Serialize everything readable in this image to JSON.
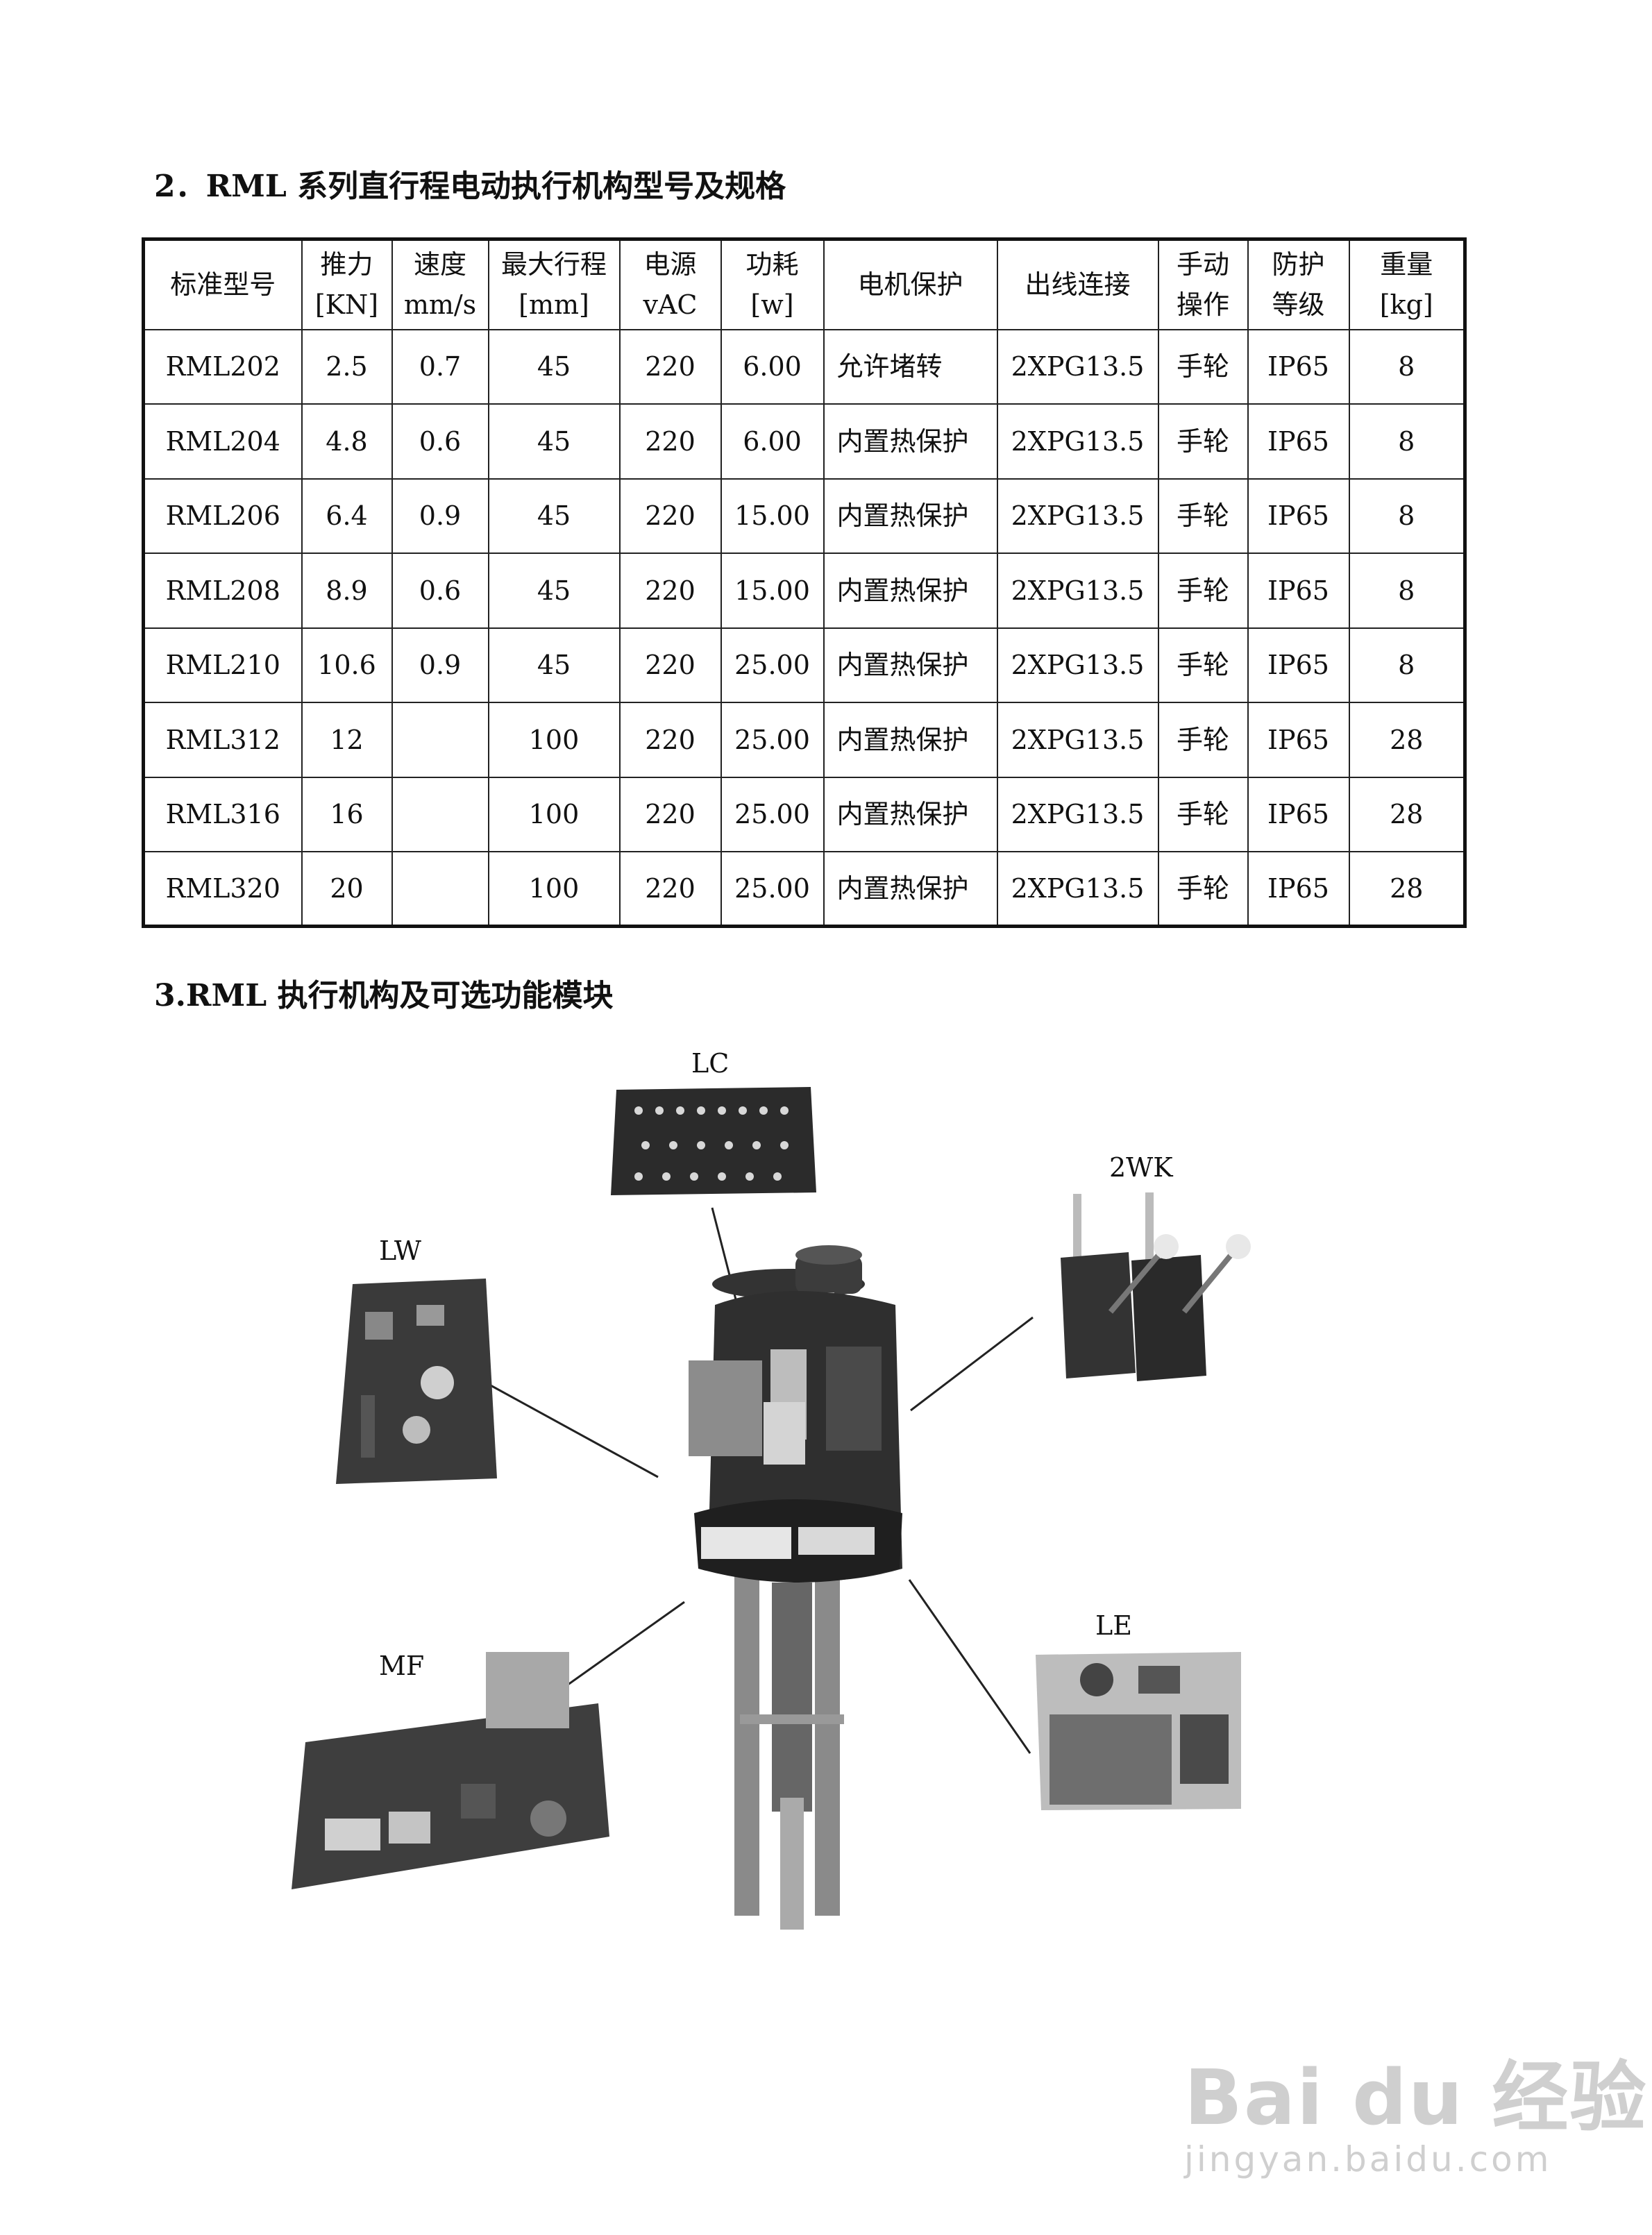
{
  "section2_title": "2．RML 系列直行程电动执行机构型号及规格",
  "table": {
    "headers": [
      {
        "line1": "标准型号",
        "line2": ""
      },
      {
        "line1": "推力",
        "line2": "[KN]"
      },
      {
        "line1": "速度",
        "line2": "mm/s"
      },
      {
        "line1": "最大行程",
        "line2": "[mm]"
      },
      {
        "line1": "电源",
        "line2": "vAC"
      },
      {
        "line1": "功耗",
        "line2": "[w]"
      },
      {
        "line1": "电机保护",
        "line2": ""
      },
      {
        "line1": "出线连接",
        "line2": ""
      },
      {
        "line1": "手动",
        "line2": "操作"
      },
      {
        "line1": "防护",
        "line2": "等级"
      },
      {
        "line1": "重量",
        "line2": "[kg]"
      }
    ],
    "rows": [
      [
        "RML202",
        "2.5",
        "0.7",
        "45",
        "220",
        "6.00",
        "允许堵转",
        "2XPG13.5",
        "手轮",
        "IP65",
        "8"
      ],
      [
        "RML204",
        "4.8",
        "0.6",
        "45",
        "220",
        "6.00",
        "内置热保护",
        "2XPG13.5",
        "手轮",
        "IP65",
        "8"
      ],
      [
        "RML206",
        "6.4",
        "0.9",
        "45",
        "220",
        "15.00",
        "内置热保护",
        "2XPG13.5",
        "手轮",
        "IP65",
        "8"
      ],
      [
        "RML208",
        "8.9",
        "0.6",
        "45",
        "220",
        "15.00",
        "内置热保护",
        "2XPG13.5",
        "手轮",
        "IP65",
        "8"
      ],
      [
        "RML210",
        "10.6",
        "0.9",
        "45",
        "220",
        "25.00",
        "内置热保护",
        "2XPG13.5",
        "手轮",
        "IP65",
        "8"
      ],
      [
        "RML312",
        "12",
        "",
        "100",
        "220",
        "25.00",
        "内置热保护",
        "2XPG13.5",
        "手轮",
        "IP65",
        "28"
      ],
      [
        "RML316",
        "16",
        "",
        "100",
        "220",
        "25.00",
        "内置热保护",
        "2XPG13.5",
        "手轮",
        "IP65",
        "28"
      ],
      [
        "RML320",
        "20",
        "",
        "100",
        "220",
        "25.00",
        "内置热保护",
        "2XPG13.5",
        "手轮",
        "IP65",
        "28"
      ]
    ]
  },
  "section3_title": "3.RML 执行机构及可选功能模块",
  "modules": {
    "lc": "LC",
    "twowk": "2WK",
    "lw": "LW",
    "mf": "MF",
    "le": "LE"
  },
  "watermark": {
    "brand": "Bai du 经验",
    "url": "jingyan.baidu.com"
  }
}
